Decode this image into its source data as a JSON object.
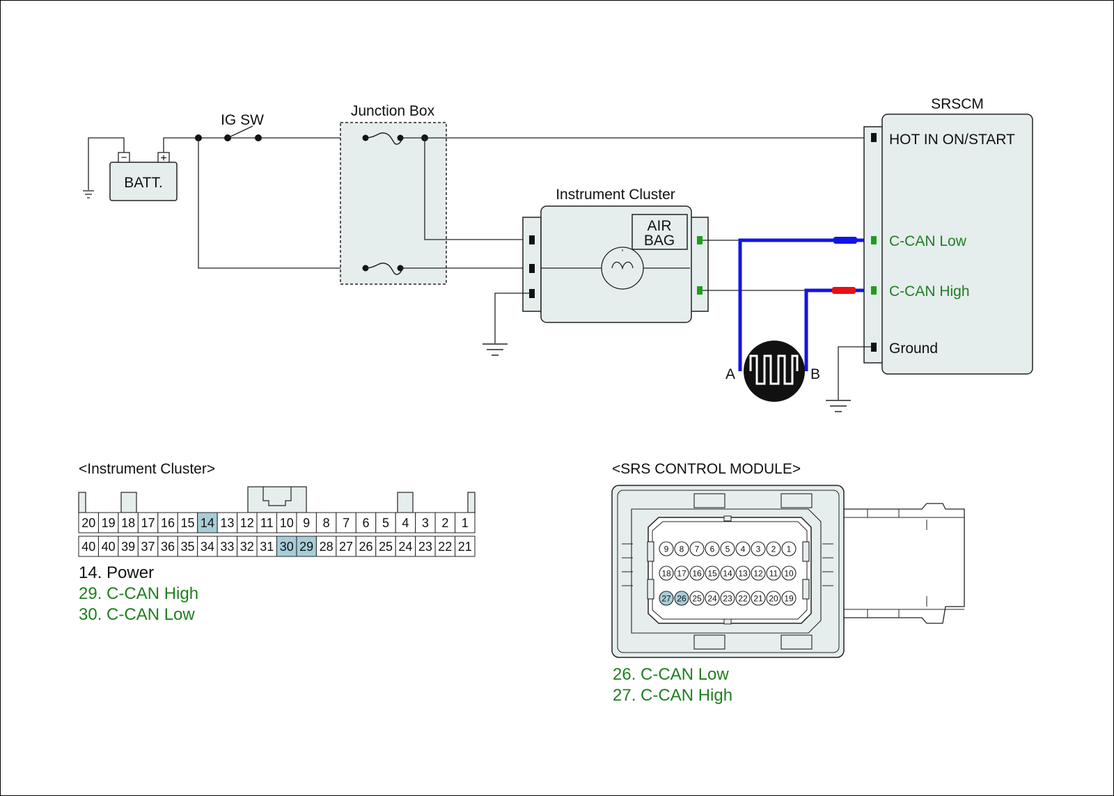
{
  "diagram": {
    "battery": {
      "label": "BATT.",
      "minus": "−",
      "plus": "+"
    },
    "ig_switch": {
      "label": "IG SW"
    },
    "junction_box": {
      "label": "Junction Box"
    },
    "instrument_cluster": {
      "label": "Instrument Cluster",
      "airbag_line1": "AIR",
      "airbag_line2": "BAG"
    },
    "srscm": {
      "label": "SRSCM",
      "terminals": [
        "HOT IN ON/START",
        "C-CAN Low",
        "C-CAN High",
        "Ground"
      ]
    },
    "connector_ends": {
      "a": "A",
      "b": "B"
    },
    "colors": {
      "can_wire": "#1414e6",
      "high_marker": "#e81010",
      "terminal_green": "#1e9e1e",
      "highlight": "#a7cdd9",
      "box_fill": "#e6eded",
      "label_green": "#1e7e1e"
    }
  },
  "ic_connector": {
    "title": "<Instrument Cluster>",
    "top_row": [
      "20",
      "19",
      "18",
      "17",
      "16",
      "15",
      "14",
      "13",
      "12",
      "11",
      "10",
      "9",
      "8",
      "7",
      "6",
      "5",
      "4",
      "3",
      "2",
      "1"
    ],
    "bottom_row": [
      "40",
      "40",
      "39",
      "37",
      "36",
      "35",
      "34",
      "33",
      "32",
      "31",
      "30",
      "29",
      "28",
      "27",
      "26",
      "25",
      "24",
      "23",
      "22",
      "21"
    ],
    "highlighted": [
      "14",
      "30",
      "29"
    ],
    "legend": [
      "14. Power",
      "29. C-CAN High",
      "30. C-CAN Low"
    ]
  },
  "srs_connector": {
    "title": "<SRS CONTROL MODULE>",
    "row1": [
      "9",
      "8",
      "7",
      "6",
      "5",
      "4",
      "3",
      "2",
      "1"
    ],
    "row2": [
      "18",
      "17",
      "16",
      "15",
      "14",
      "13",
      "12",
      "11",
      "10"
    ],
    "row3": [
      "27",
      "26",
      "25",
      "24",
      "23",
      "22",
      "21",
      "20",
      "19"
    ],
    "highlighted": [
      "27",
      "26"
    ],
    "legend": [
      "26. C-CAN Low",
      "27. C-CAN High"
    ]
  }
}
